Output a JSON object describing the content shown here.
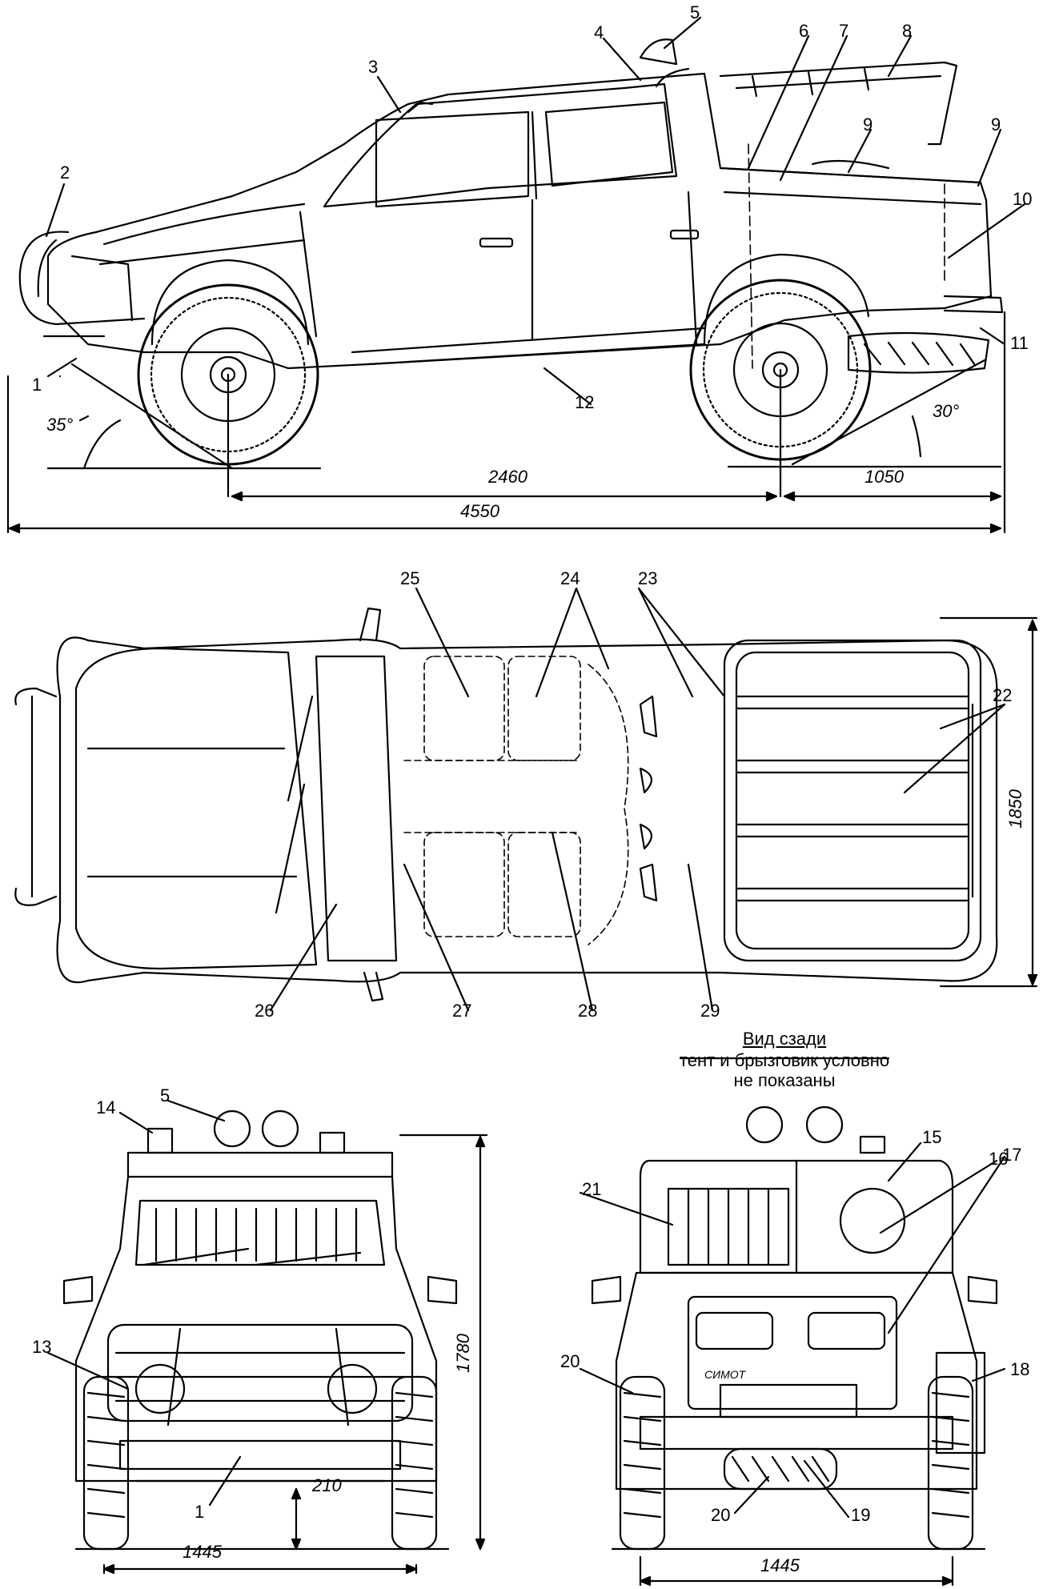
{
  "callouts": {
    "side": [
      "1",
      "2",
      "3",
      "4",
      "5",
      "6",
      "7",
      "8",
      "9",
      "9",
      "10",
      "11",
      "12"
    ],
    "top": [
      "22",
      "23",
      "24",
      "25",
      "26",
      "27",
      "28",
      "29"
    ],
    "front": [
      "1",
      "5",
      "13",
      "14"
    ],
    "rear": [
      "15",
      "16",
      "17",
      "18",
      "19",
      "20",
      "20",
      "21"
    ]
  },
  "dimensions": {
    "approach_angle": "35°",
    "departure_angle": "30°",
    "wheelbase": "2460",
    "rear_overhang": "1050",
    "overall_length": "4550",
    "overall_width": "1850",
    "overall_height": "1780",
    "ground_clearance": "210",
    "front_track": "1445",
    "rear_track": "1445"
  },
  "rear_view_caption": {
    "title": "Вид сзади",
    "note_line1": "тент и брызговик условно",
    "note_line2": "не показаны"
  },
  "plate_text": "СИМОТ"
}
